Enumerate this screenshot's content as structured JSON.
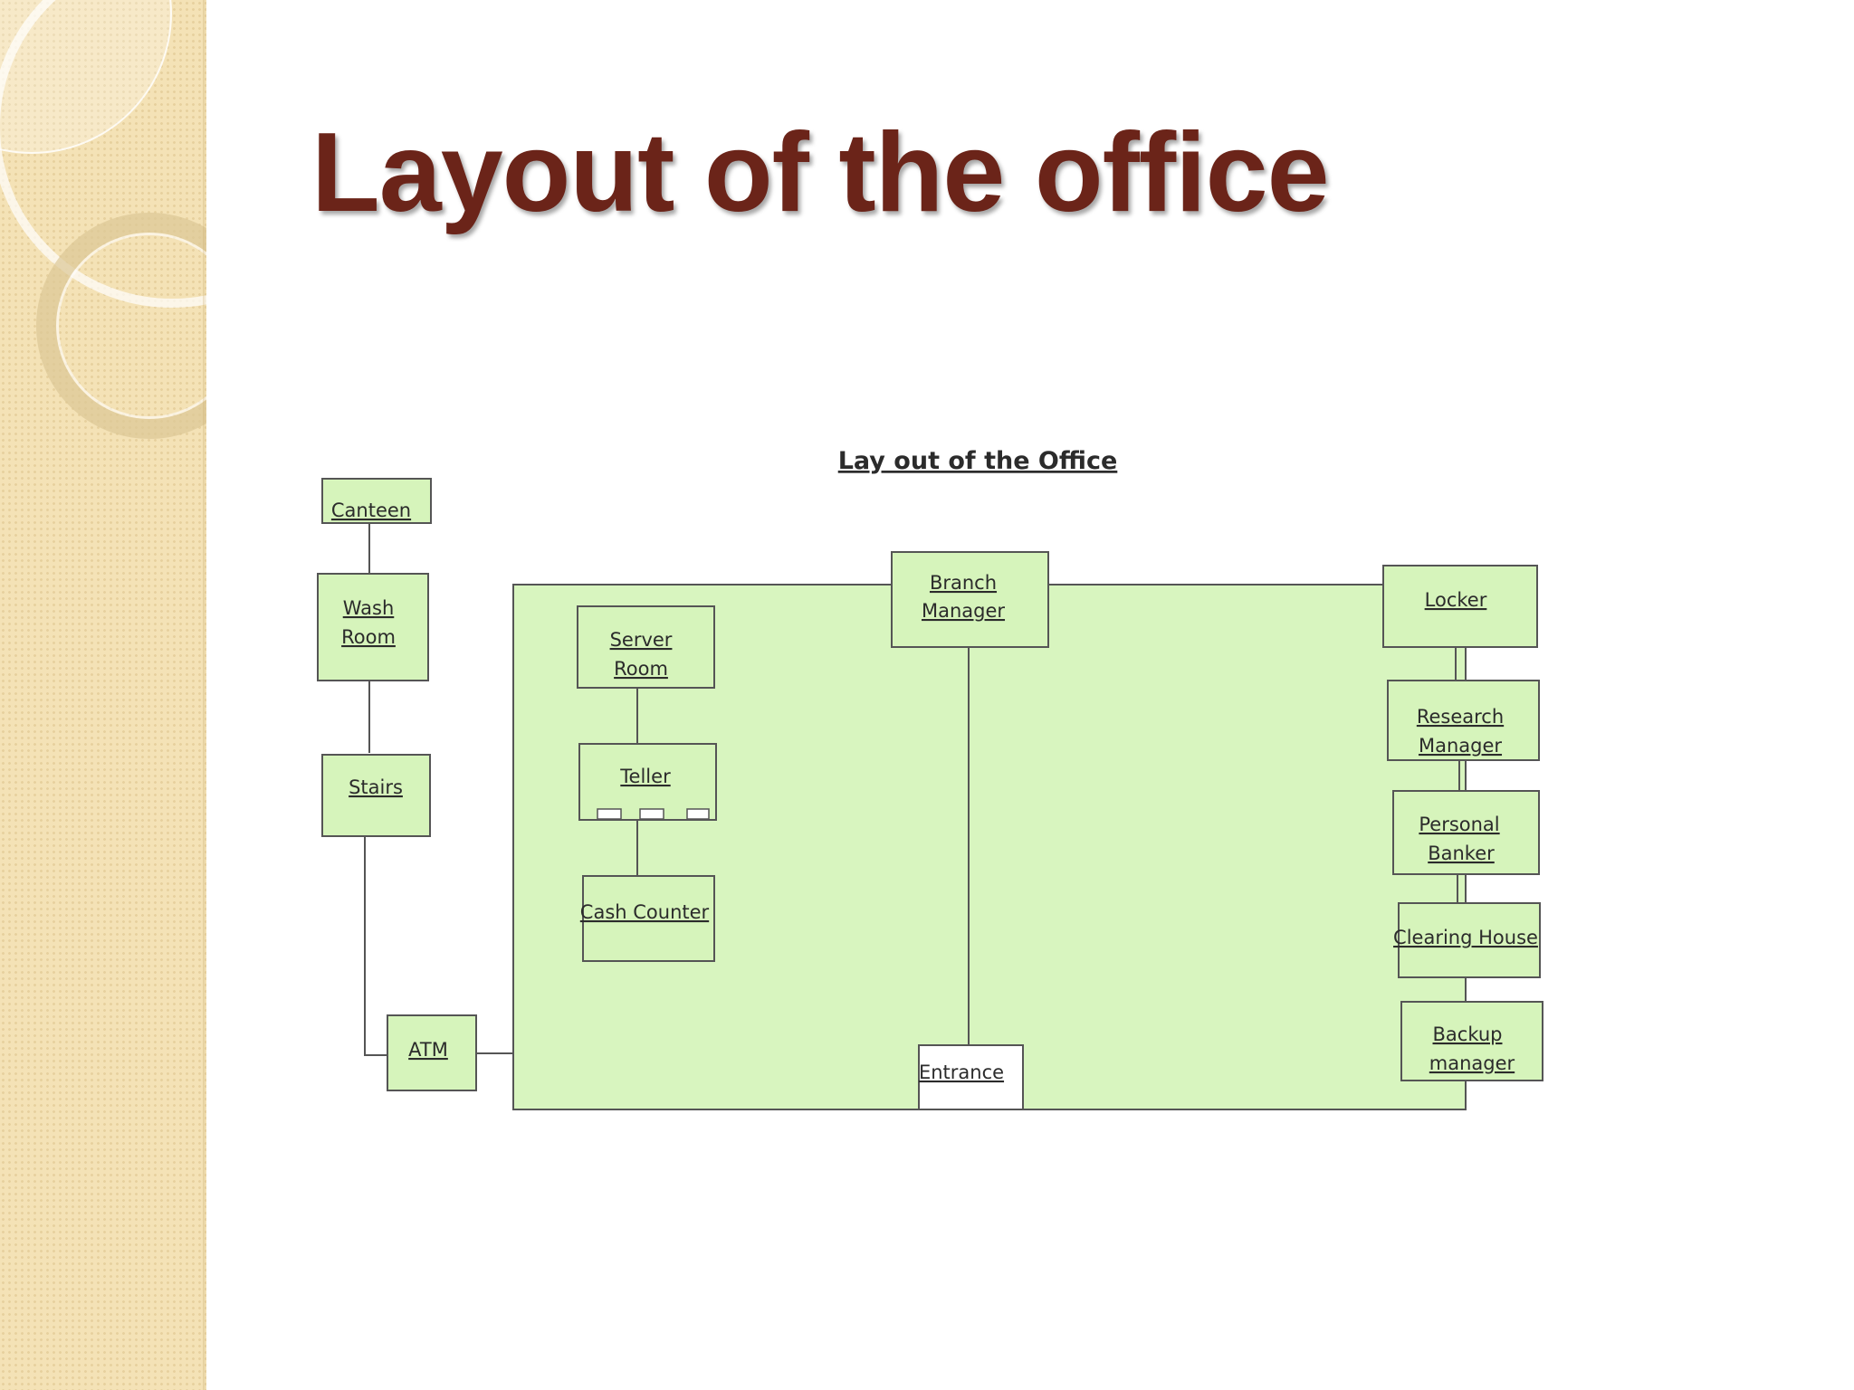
{
  "slide": {
    "title": "Layout of the office"
  },
  "diagram": {
    "title": "Lay out of the Office",
    "rooms": {
      "canteen": "Canteen",
      "wash_room": [
        "Wash",
        "Room"
      ],
      "stairs": "Stairs",
      "atm": "ATM",
      "server_room": [
        "Server",
        "Room"
      ],
      "teller": "Teller",
      "cash_counter": "Cash Counter",
      "branch_manager": [
        "Branch",
        "Manager"
      ],
      "entrance": "Entrance",
      "locker": "Locker",
      "research_manager": [
        "Research",
        "Manager"
      ],
      "personal_banker": [
        "Personal",
        "Banker"
      ],
      "clearing_house": "Clearing House",
      "backup_manager": [
        "Backup",
        "manager"
      ]
    },
    "colors": {
      "room_fill": "#d6f4bb",
      "floor_fill": "#d8f5bf",
      "line": "#555555",
      "title_color": "#6b2419"
    }
  }
}
